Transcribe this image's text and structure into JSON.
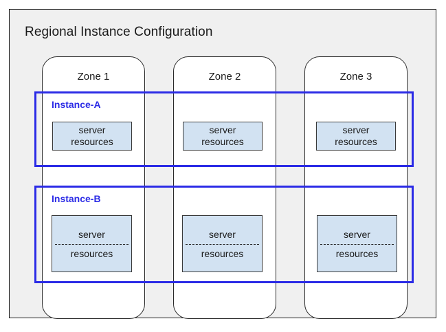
{
  "diagram": {
    "title": "Regional Instance Configuration",
    "background_color": "#f0f0f0",
    "frame_border_color": "#1d1d1d",
    "accent_color": "#2b2be6",
    "resource_fill_color": "#d2e2f2"
  },
  "zones": [
    {
      "label": "Zone 1"
    },
    {
      "label": "Zone 2"
    },
    {
      "label": "Zone 3"
    }
  ],
  "instances": [
    {
      "label": "Instance-A",
      "split": false,
      "resources": [
        {
          "line1": "server",
          "line2": "resources"
        },
        {
          "line1": "server",
          "line2": "resources"
        },
        {
          "line1": "server",
          "line2": "resources"
        }
      ]
    },
    {
      "label": "Instance-B",
      "split": true,
      "resources": [
        {
          "line1": "server",
          "line2": "resources"
        },
        {
          "line1": "server",
          "line2": "resources"
        },
        {
          "line1": "server",
          "line2": "resources"
        }
      ]
    }
  ]
}
